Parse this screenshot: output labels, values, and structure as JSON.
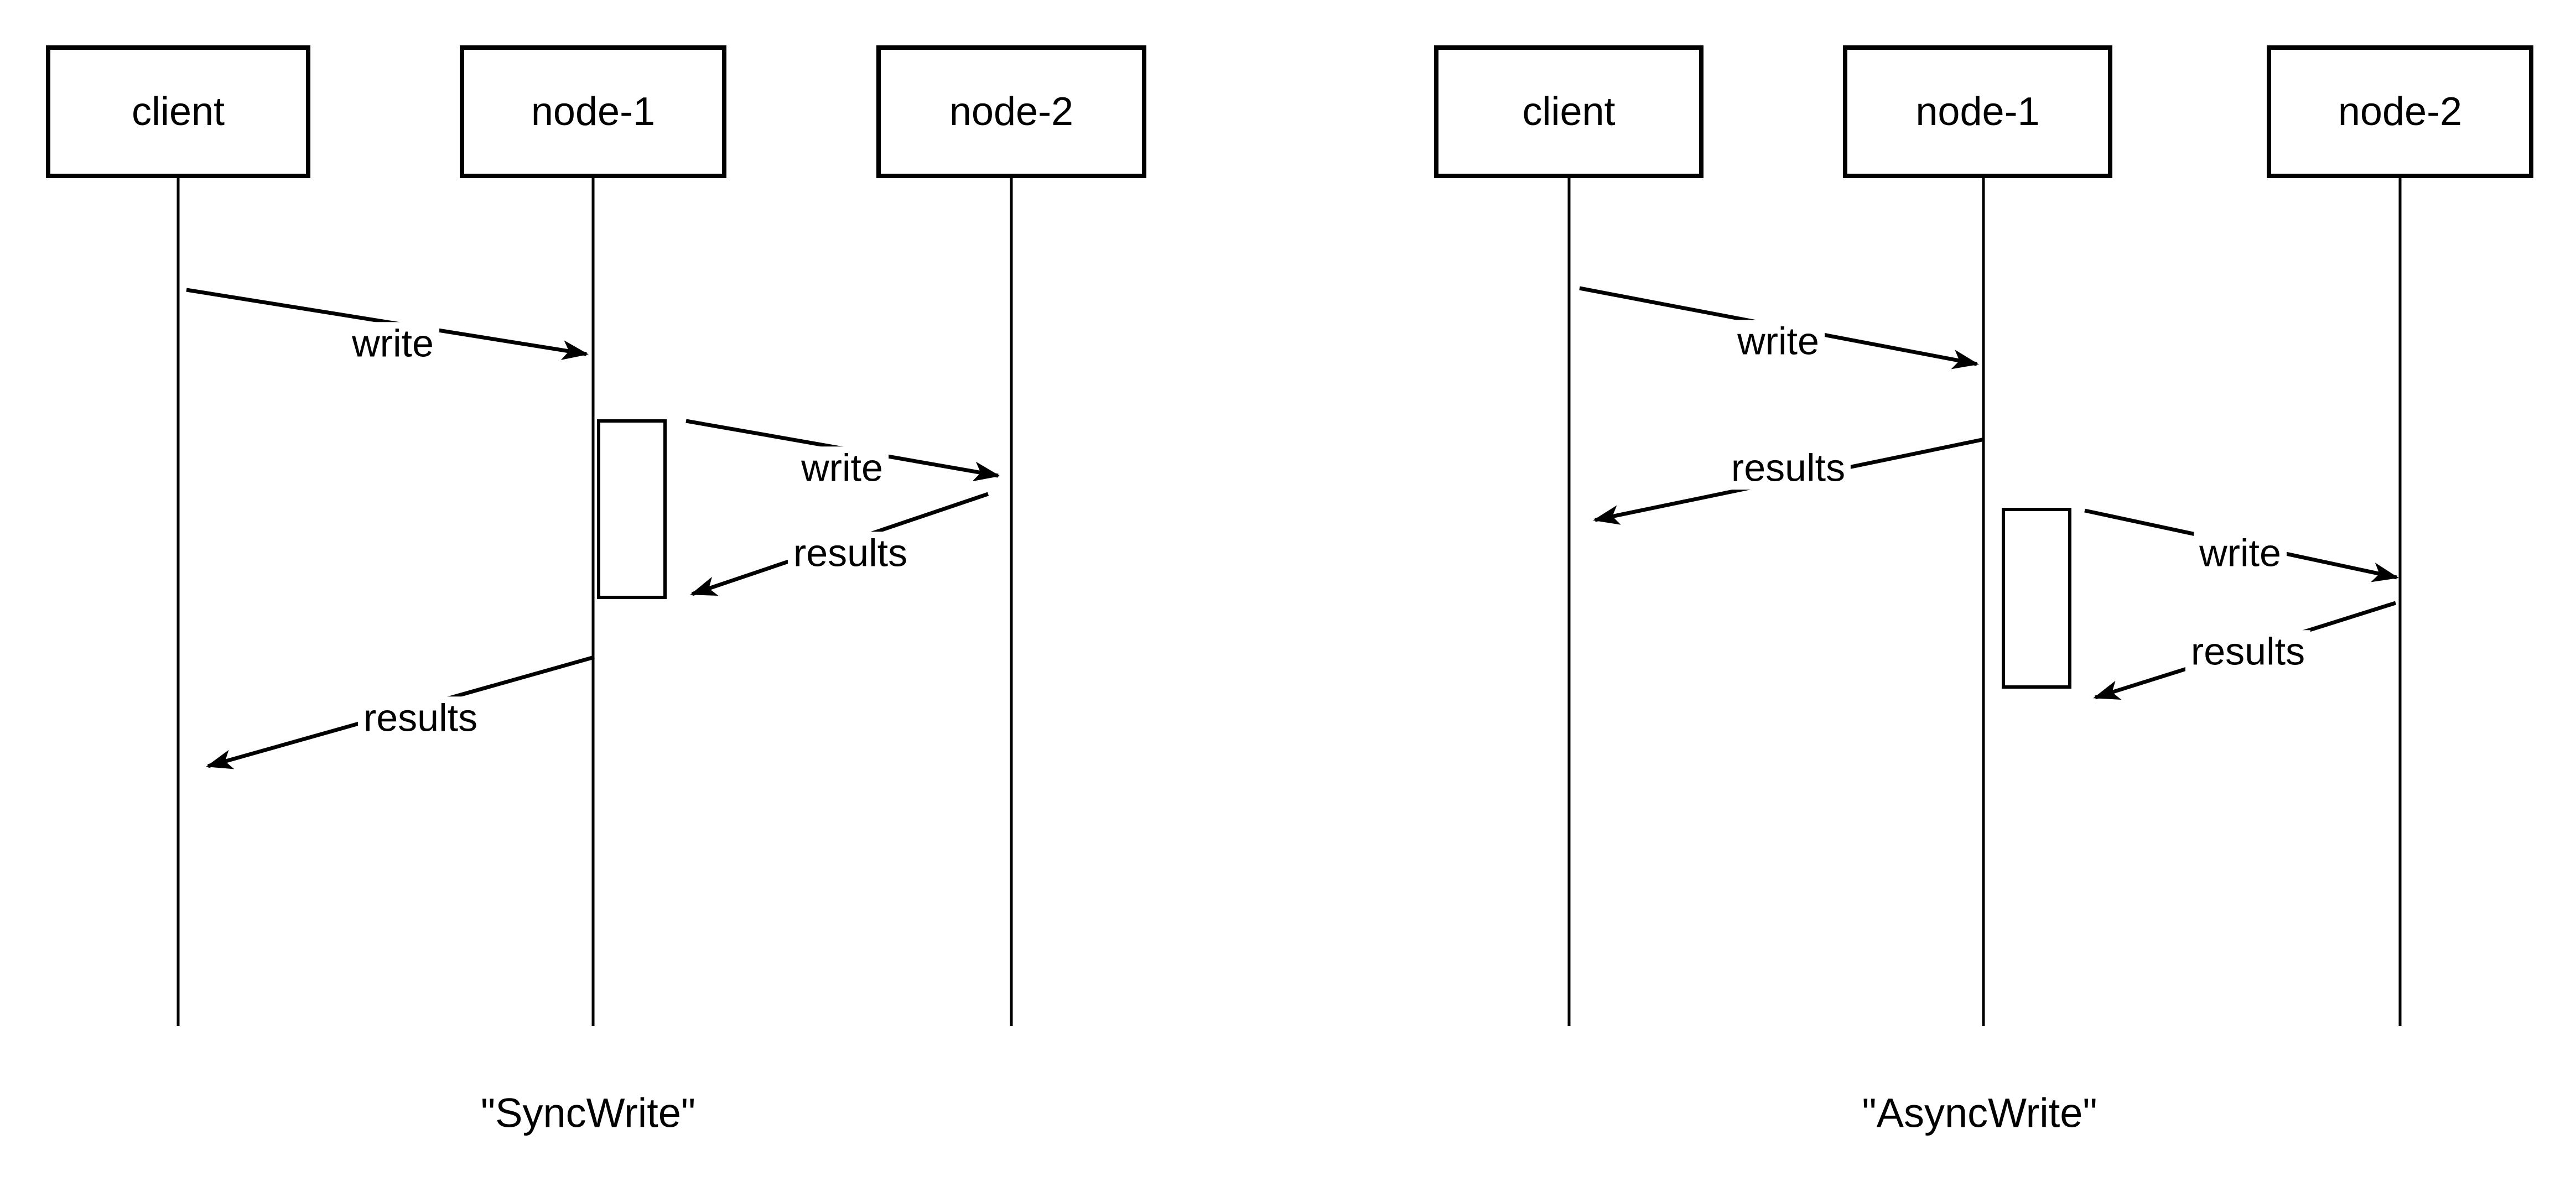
{
  "colors": {
    "stroke": "#000000",
    "background": "#ffffff"
  },
  "diagrams": [
    {
      "id": "sync-write",
      "caption": "\"SyncWrite\"",
      "actors": [
        {
          "label": "client"
        },
        {
          "label": "node-1"
        },
        {
          "label": "node-2"
        }
      ],
      "messages": [
        {
          "label": "write",
          "from": "client",
          "to": "node-1"
        },
        {
          "label": "write",
          "from": "node-1",
          "to": "node-2"
        },
        {
          "label": "results",
          "from": "node-2",
          "to": "node-1"
        },
        {
          "label": "results",
          "from": "node-1",
          "to": "client"
        }
      ]
    },
    {
      "id": "async-write",
      "caption": "\"AsyncWrite\"",
      "actors": [
        {
          "label": "client"
        },
        {
          "label": "node-1"
        },
        {
          "label": "node-2"
        }
      ],
      "messages": [
        {
          "label": "write",
          "from": "client",
          "to": "node-1"
        },
        {
          "label": "results",
          "from": "node-1",
          "to": "client"
        },
        {
          "label": "write",
          "from": "node-1",
          "to": "node-2"
        },
        {
          "label": "results",
          "from": "node-2",
          "to": "node-1"
        }
      ]
    }
  ]
}
